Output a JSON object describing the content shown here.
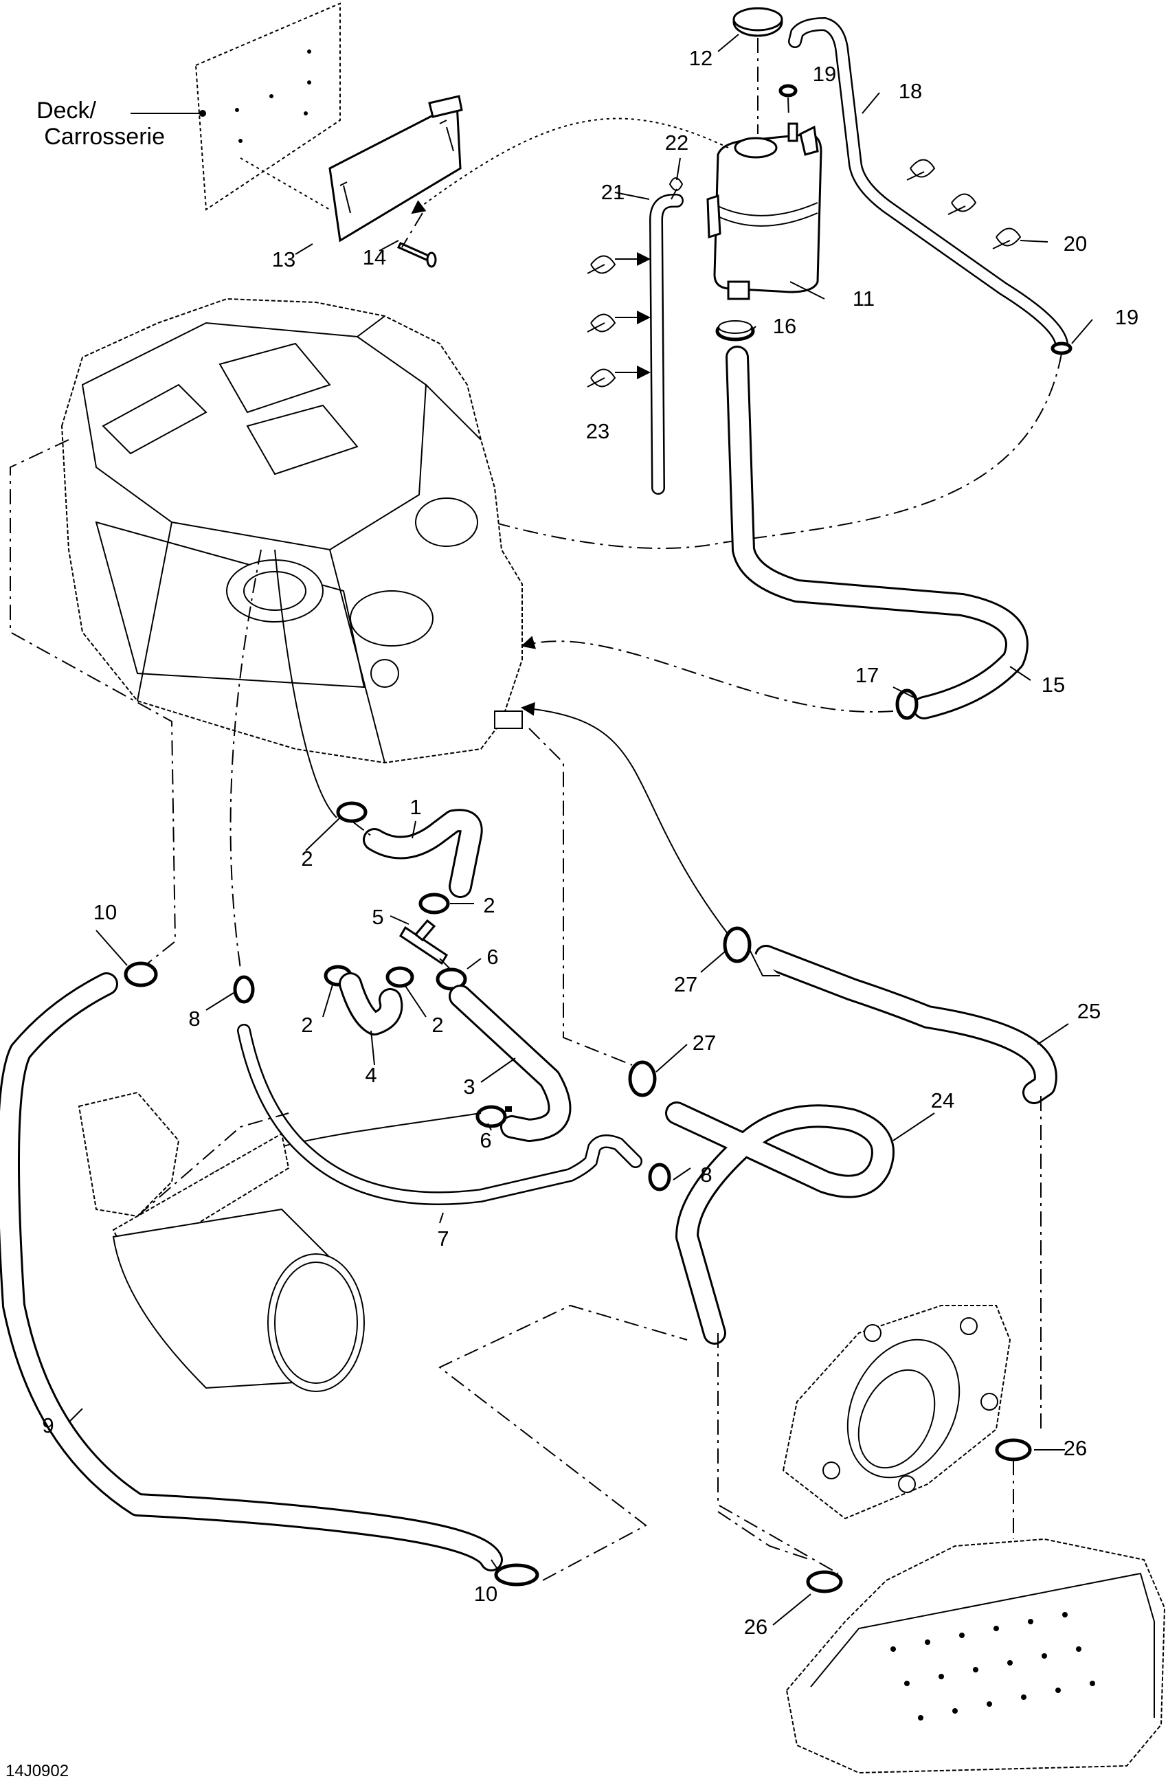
{
  "deck_label": {
    "line1": "Deck/",
    "line2": "Carrosserie"
  },
  "diagram_code": "14J0902",
  "callouts": [
    "1",
    "2",
    "2",
    "2",
    "2",
    "3",
    "4",
    "5",
    "6",
    "6",
    "7",
    "8",
    "8",
    "9",
    "10",
    "10",
    "11",
    "12",
    "13",
    "14",
    "15",
    "16",
    "17",
    "18",
    "19",
    "19",
    "20",
    "21",
    "22",
    "23",
    "24",
    "25",
    "26",
    "26",
    "27",
    "27"
  ]
}
